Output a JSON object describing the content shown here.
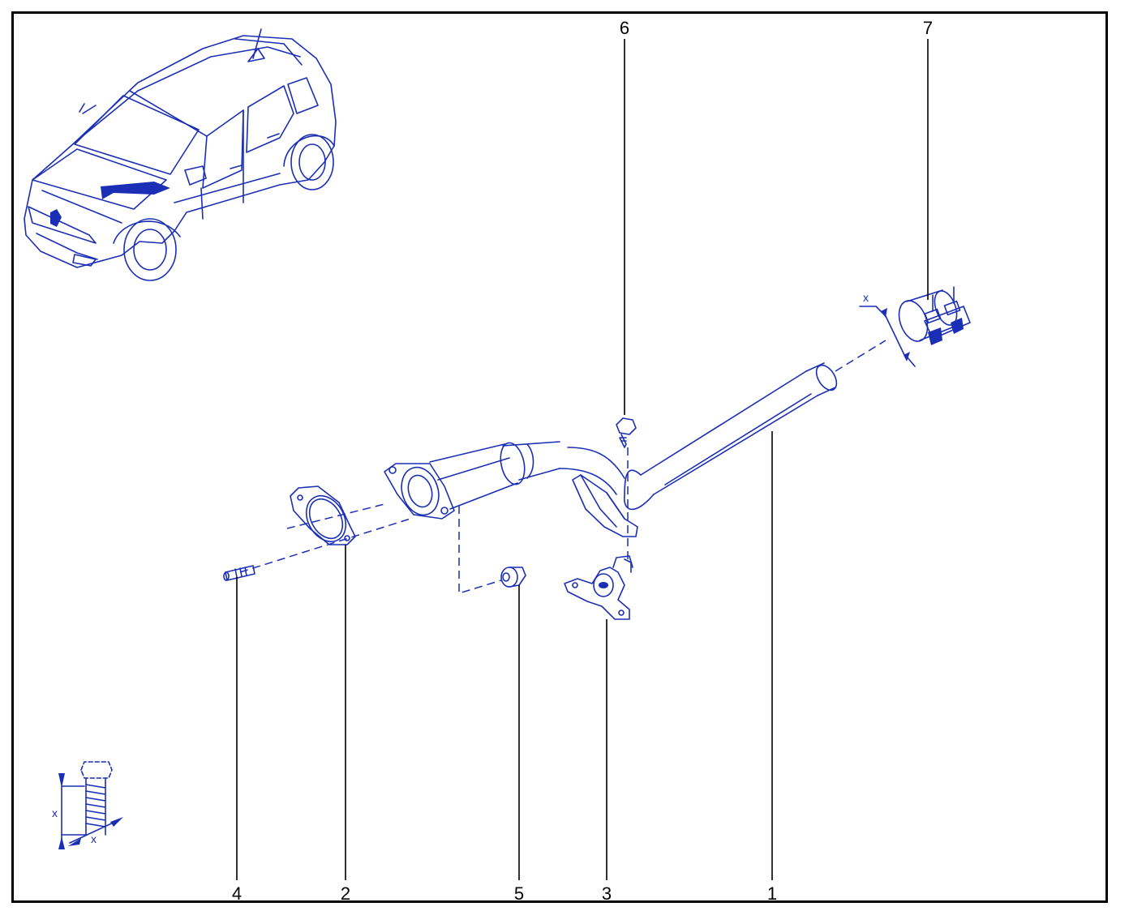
{
  "callouts": {
    "c1": "1",
    "c2": "2",
    "c3": "3",
    "c4": "4",
    "c5": "5",
    "c6": "6",
    "c7": "7"
  },
  "dimension_marks": {
    "clamp_x": "x",
    "bolt_x_vertical": "x",
    "bolt_x_horizontal": "x"
  },
  "colors": {
    "drawing": "#1a2fb5",
    "leader_lines": "#000000",
    "frame": "#000000"
  },
  "icons": [
    "car-icon",
    "bolt-dimension-icon"
  ]
}
